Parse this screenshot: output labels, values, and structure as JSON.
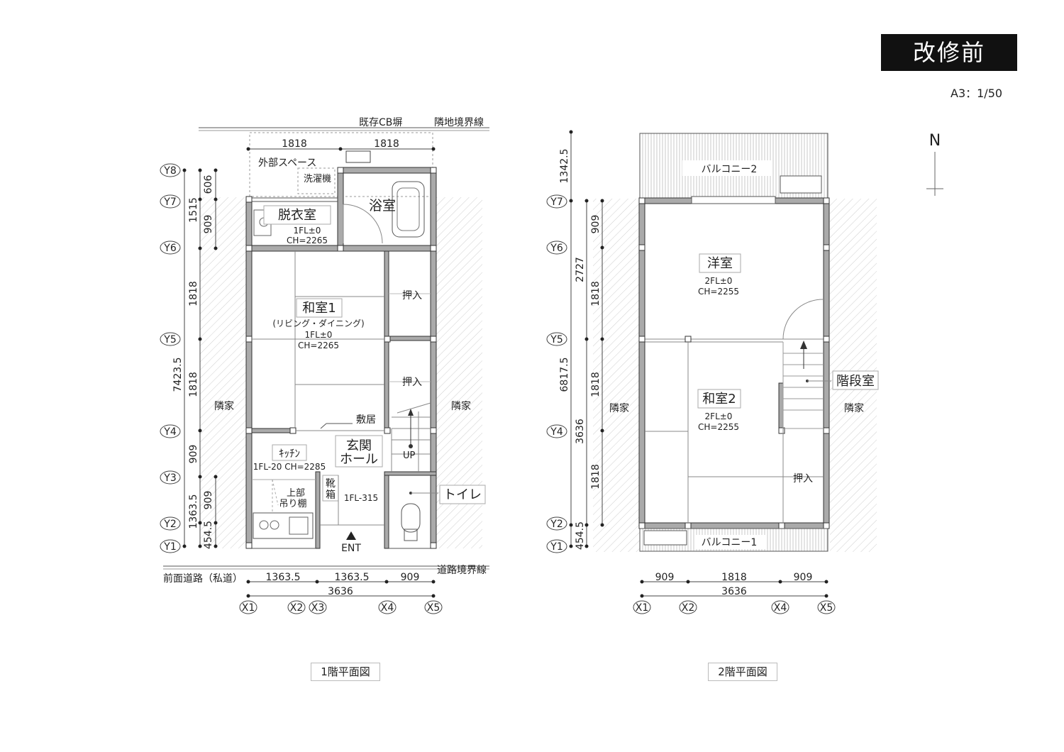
{
  "title": "改修前",
  "scale": "A3：1/50",
  "north": "N",
  "plan1": {
    "caption": "1階平面図",
    "labels": {
      "existing_wall": "既存CB塀",
      "boundary_neighbor": "隣地境界線",
      "outdoor_space": "外部スペース",
      "washer": "洗濯機",
      "bath": "浴室",
      "dressing": "脱衣室",
      "dressing_fl": "1FL±0",
      "dressing_ch": "CH=2265",
      "washitsu": "和室1",
      "washitsu_sub": "(リビング・ダイニング)",
      "washitsu_fl": "1FL±0",
      "washitsu_ch": "CH=2265",
      "oshiire_a": "押入",
      "oshiire_b": "押入",
      "neighbor_l": "隣家",
      "neighbor_r": "隣家",
      "shikii": "敷居",
      "kitchen": "ｷｯﾁﾝ",
      "kitchen_fl": "1FL-20 CH=2285",
      "hall_1": "玄関",
      "hall_2": "ホール",
      "up": "UP",
      "shoebox_1": "靴",
      "shoebox_2": "箱",
      "entry_fl": "1FL-315",
      "upper_1": "上部",
      "upper_2": "吊り棚",
      "toilet": "トイレ",
      "ent": "ENT",
      "road": "前面道路（私道）",
      "road_boundary": "道路境界線"
    },
    "dims_top": [
      "1818",
      "1818"
    ],
    "dims_left": [
      "606",
      "1515",
      "909",
      "1818",
      "7423.5",
      "1818",
      "909",
      "1363.5",
      "909",
      "454.5"
    ],
    "dims_bottom": [
      "1363.5",
      "1363.5",
      "909",
      "3636"
    ],
    "grid_x": [
      "X1",
      "X2",
      "X3",
      "X4",
      "X5"
    ],
    "grid_y": [
      "Y8",
      "Y7",
      "Y6",
      "Y5",
      "Y4",
      "Y3",
      "Y2",
      "Y1"
    ]
  },
  "plan2": {
    "caption": "2階平面図",
    "labels": {
      "balcony2": "バルコニー2",
      "yoshitsu": "洋室",
      "yoshitsu_fl": "2FL±0",
      "yoshitsu_ch": "CH=2255",
      "washitsu2": "和室2",
      "washitsu2_fl": "2FL±0",
      "washitsu2_ch": "CH=2255",
      "stair_room": "階段室",
      "neighbor_l": "隣家",
      "neighbor_r": "隣家",
      "oshiire": "押入",
      "balcony1": "バルコニー1"
    },
    "dims_left": [
      "1342.5",
      "909",
      "2727",
      "1818",
      "6817.5",
      "1818",
      "3636",
      "1818",
      "454.5"
    ],
    "dims_bottom": [
      "909",
      "1818",
      "909",
      "3636"
    ],
    "grid_x": [
      "X1",
      "X2",
      "X4",
      "X5"
    ],
    "grid_y": [
      "Y7",
      "Y6",
      "Y5",
      "Y4",
      "Y2",
      "Y1"
    ]
  }
}
